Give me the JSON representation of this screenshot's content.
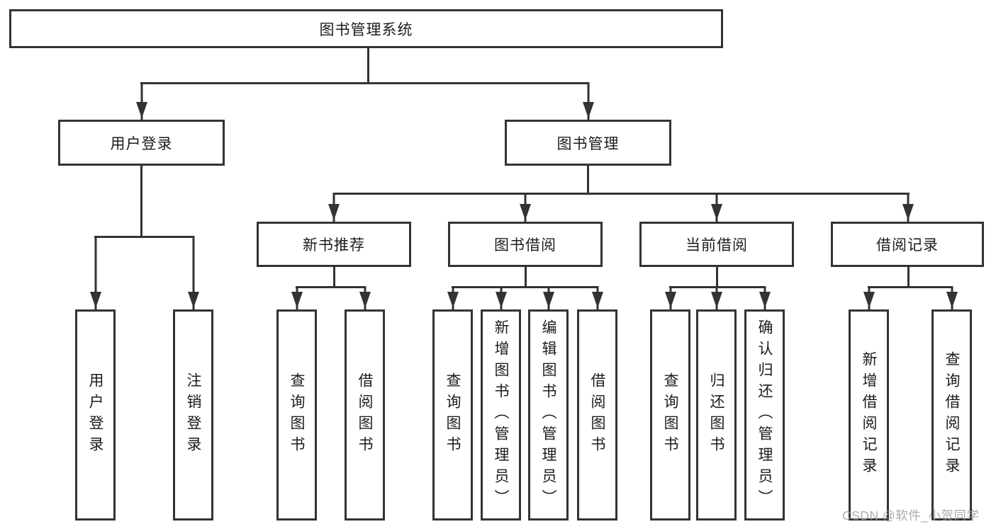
{
  "diagram": {
    "root": {
      "label": "图书管理系统"
    },
    "level2": [
      {
        "label": "用户登录"
      },
      {
        "label": "图书管理"
      }
    ],
    "level3": [
      {
        "label": "新书推荐"
      },
      {
        "label": "图书借阅"
      },
      {
        "label": "当前借阅"
      },
      {
        "label": "借阅记录"
      }
    ],
    "leaves": {
      "user_login": [
        "用户登录",
        "注销登录"
      ],
      "new_books": [
        "查询图书",
        "借阅图书"
      ],
      "book_borrow": [
        "查询图书",
        "新增图书（管理员）",
        "编辑图书（管理员）",
        "借阅图书"
      ],
      "current_borrow": [
        "查询图书",
        "归还图书",
        "确认归还（管理员）"
      ],
      "borrow_records": [
        "新增借阅记录",
        "查询借阅记录"
      ]
    }
  },
  "watermark": {
    "text": "CSDN @软件_小贺同学"
  },
  "colors": {
    "line": "#333333",
    "text": "#1c1c1c",
    "background": "#ffffff",
    "watermark": "#9e9e9e"
  }
}
